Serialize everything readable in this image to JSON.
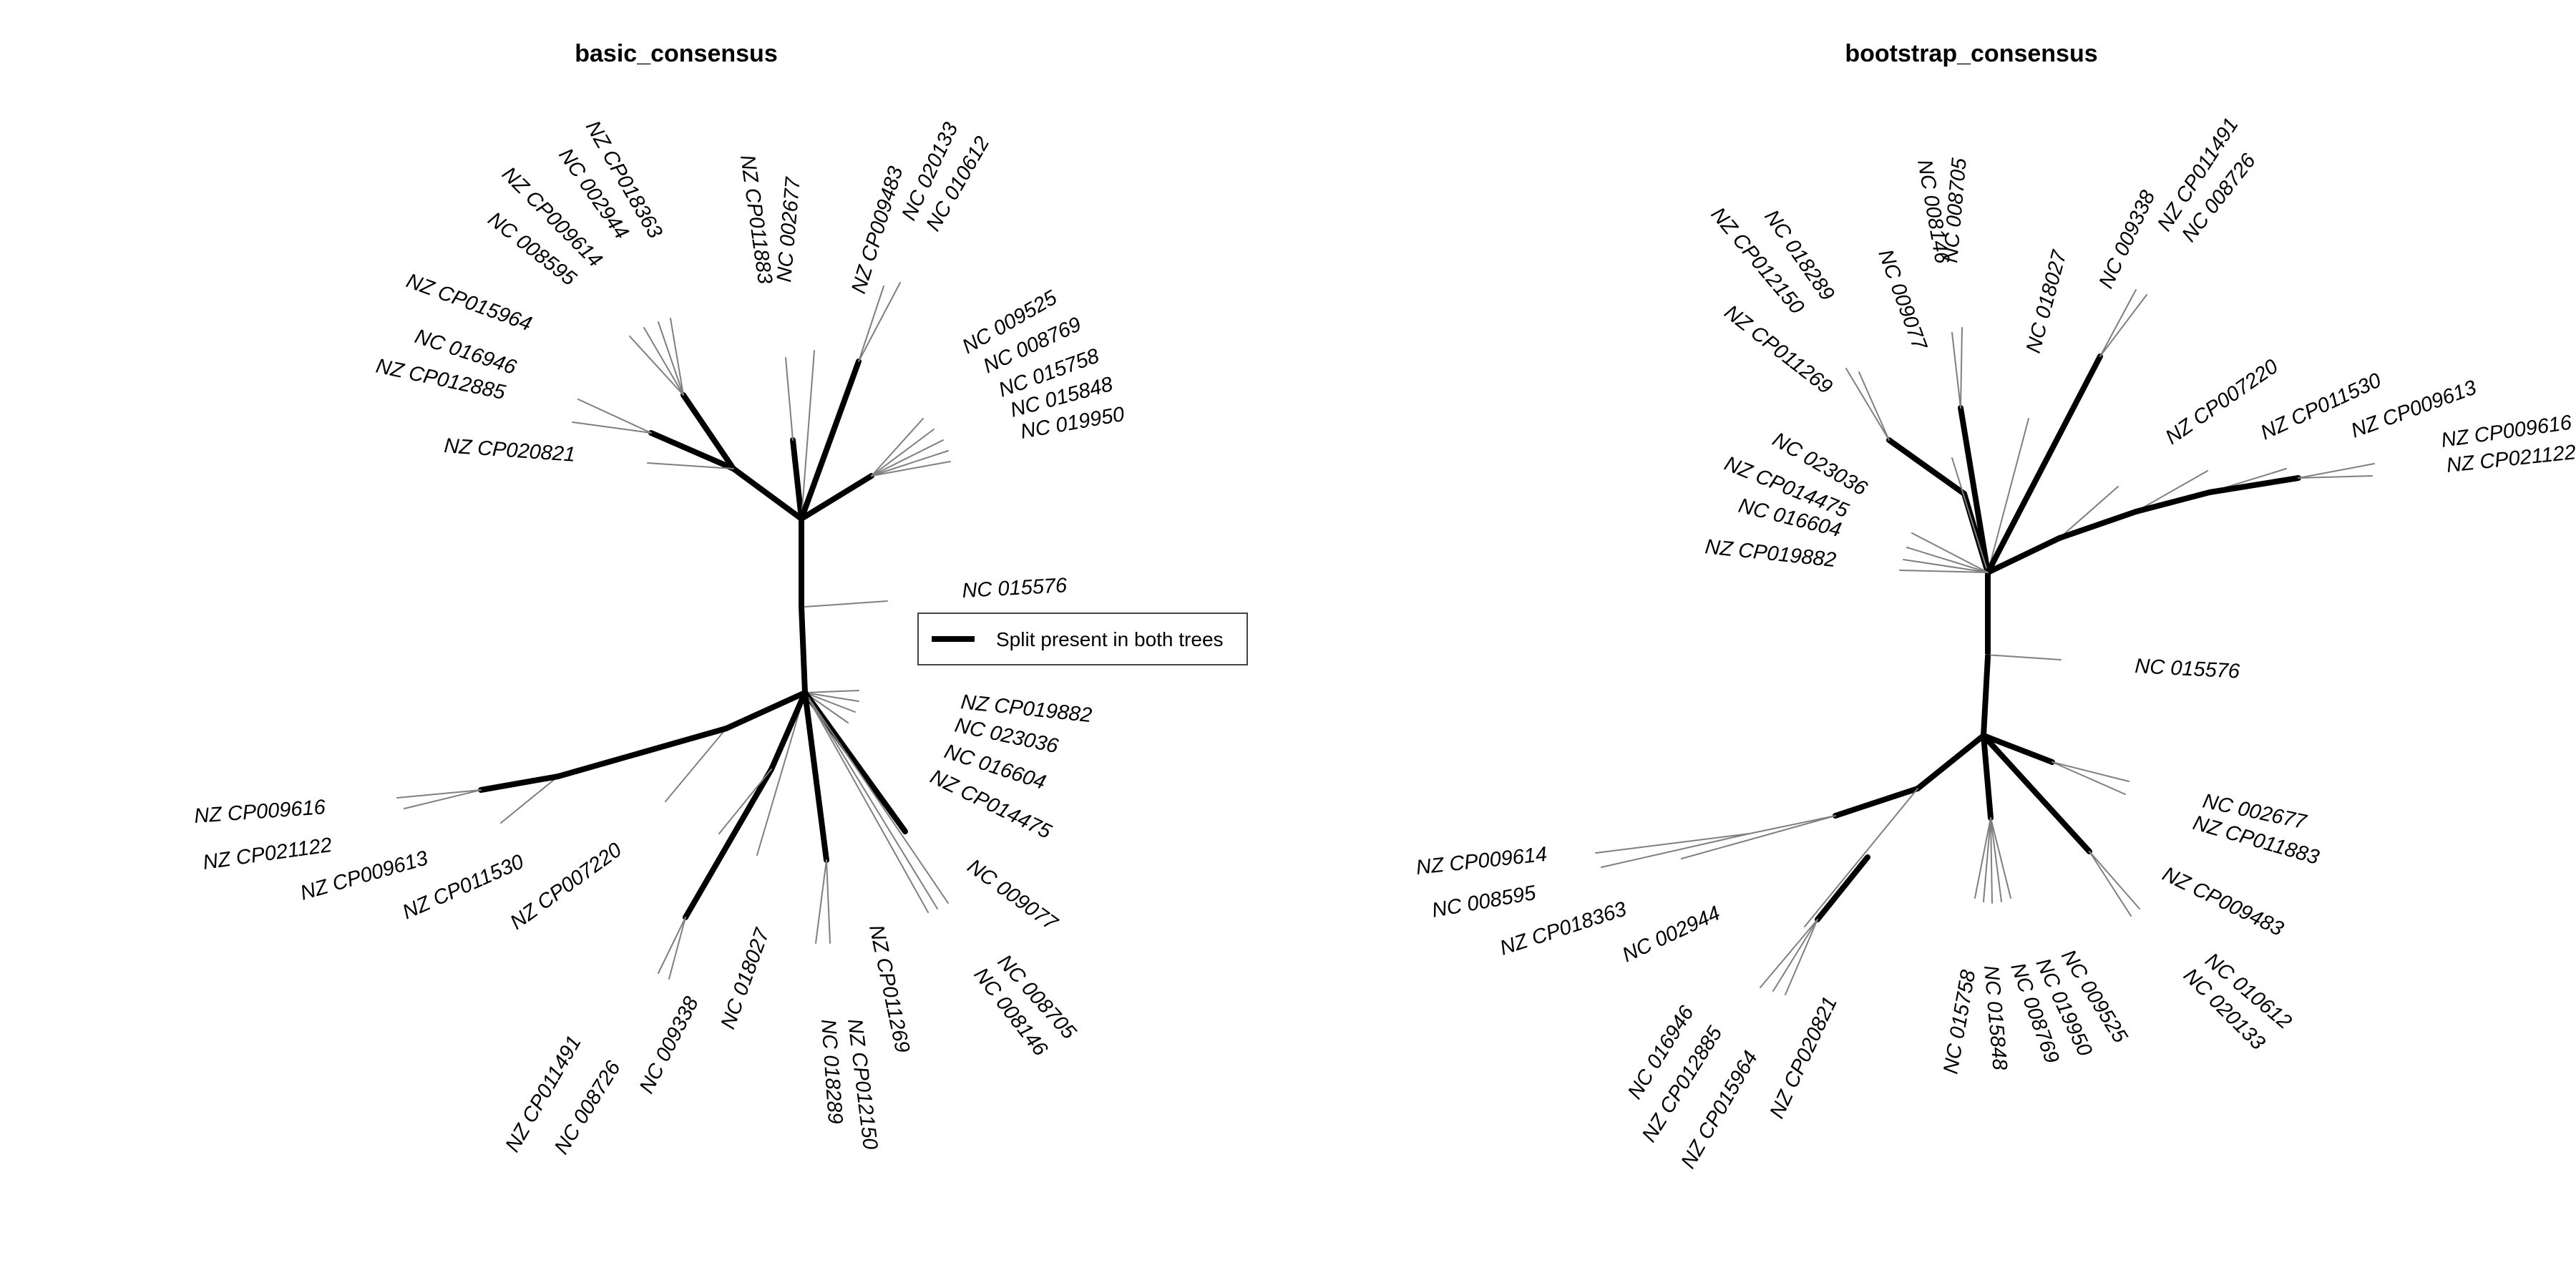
{
  "panels": [
    {
      "title": "basic_consensus",
      "labels": [
        "NZ CP018363",
        "NC 002944",
        "NZ CP009614",
        "NC 008595",
        "NZ CP011883",
        "NC 002677",
        "NZ CP009483",
        "NC 020133",
        "NC 010612",
        "NZ CP015964",
        "NC 016946",
        "NZ CP012885",
        "NZ CP020821",
        "NC 009525",
        "NC 008769",
        "NC 015758",
        "NC 015848",
        "NC 019950",
        "NC 015576",
        "NZ CP019882",
        "NC 023036",
        "NC 016604",
        "NZ CP014475",
        "NZ CP009616",
        "NZ CP021122",
        "NZ CP009613",
        "NZ CP011530",
        "NZ CP007220",
        "NC 009077",
        "NC 008705",
        "NC 008146",
        "NZ CP011491",
        "NC 008726",
        "NC 009338",
        "NC 018027",
        "NZ CP011269",
        "NZ CP012150",
        "NC 018289"
      ]
    },
    {
      "title": "bootstrap_consensus",
      "labels": [
        "NC 008146",
        "NC 008705",
        "NZ CP011491",
        "NC 008726",
        "NC 018289",
        "NZ CP012150",
        "NC 009077",
        "NC 018027",
        "NC 009338",
        "NZ CP011269",
        "NZ CP007220",
        "NZ CP011530",
        "NZ CP009613",
        "NZ CP009616",
        "NZ CP021122",
        "NC 023036",
        "NZ CP014475",
        "NC 016604",
        "NZ CP019882",
        "NC 015576",
        "NC 002677",
        "NZ CP011883",
        "NZ CP009483",
        "NC 010612",
        "NC 020133",
        "NZ CP009614",
        "NC 008595",
        "NZ CP018363",
        "NC 002944",
        "NC 015758",
        "NC 015848",
        "NC 008769",
        "NC 019950",
        "NC 009525",
        "NC 016946",
        "NZ CP012885",
        "NZ CP015964",
        "NZ CP020821"
      ]
    }
  ],
  "legend": {
    "label": "Split present in both trees"
  },
  "colors": {
    "shared_split": "#000000",
    "other_branch": "#7f7f7f",
    "background": "#ffffff"
  }
}
